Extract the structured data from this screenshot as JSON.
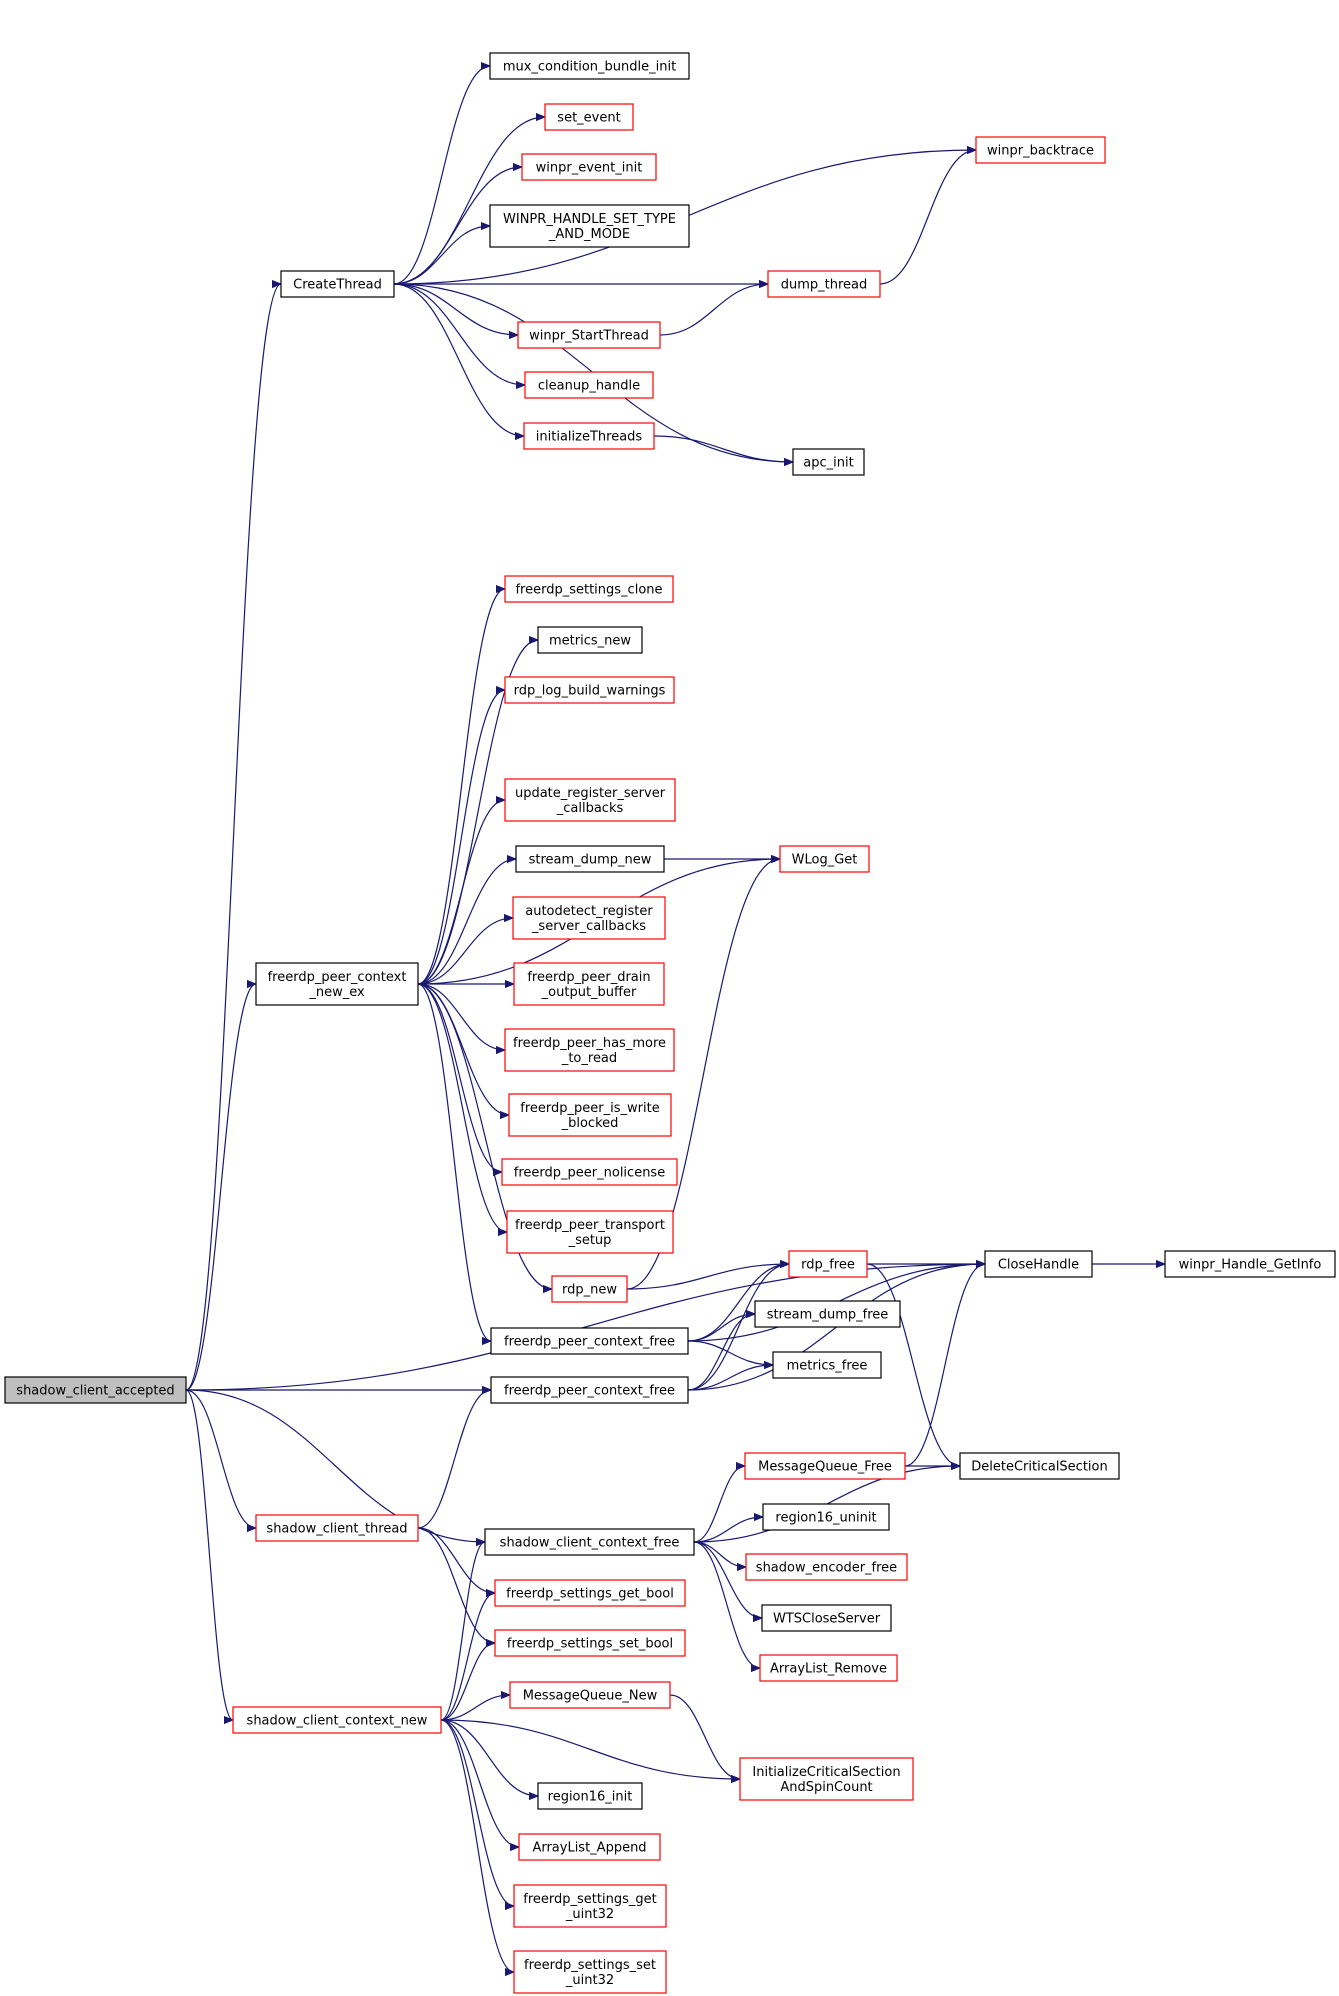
{
  "graph": {
    "root": "shadow_client_accepted",
    "nodes": [
      {
        "id": "shadow_client_accepted",
        "lines": [
          "shadow_client_accepted"
        ],
        "border": "black",
        "root": true
      },
      {
        "id": "CreateThread",
        "lines": [
          "CreateThread"
        ],
        "border": "black"
      },
      {
        "id": "mux_condition_bundle_init",
        "lines": [
          "mux_condition_bundle_init"
        ],
        "border": "black"
      },
      {
        "id": "set_event",
        "lines": [
          "set_event"
        ],
        "border": "red"
      },
      {
        "id": "winpr_event_init",
        "lines": [
          "winpr_event_init"
        ],
        "border": "red"
      },
      {
        "id": "WINPR_HANDLE_SET_TYPE_AND_MODE",
        "lines": [
          "WINPR_HANDLE_SET_TYPE",
          "_AND_MODE"
        ],
        "border": "black"
      },
      {
        "id": "winpr_StartThread",
        "lines": [
          "winpr_StartThread"
        ],
        "border": "red"
      },
      {
        "id": "cleanup_handle",
        "lines": [
          "cleanup_handle"
        ],
        "border": "red"
      },
      {
        "id": "initializeThreads",
        "lines": [
          "initializeThreads"
        ],
        "border": "red"
      },
      {
        "id": "winpr_backtrace",
        "lines": [
          "winpr_backtrace"
        ],
        "border": "red"
      },
      {
        "id": "dump_thread",
        "lines": [
          "dump_thread"
        ],
        "border": "red"
      },
      {
        "id": "apc_init",
        "lines": [
          "apc_init"
        ],
        "border": "black"
      },
      {
        "id": "freerdp_peer_context_new_ex",
        "lines": [
          "freerdp_peer_context",
          "_new_ex"
        ],
        "border": "black"
      },
      {
        "id": "freerdp_settings_clone",
        "lines": [
          "freerdp_settings_clone"
        ],
        "border": "red"
      },
      {
        "id": "metrics_new",
        "lines": [
          "metrics_new"
        ],
        "border": "black"
      },
      {
        "id": "rdp_log_build_warnings",
        "lines": [
          "rdp_log_build_warnings"
        ],
        "border": "red"
      },
      {
        "id": "update_register_server_callbacks",
        "lines": [
          "update_register_server",
          "_callbacks"
        ],
        "border": "red"
      },
      {
        "id": "stream_dump_new",
        "lines": [
          "stream_dump_new"
        ],
        "border": "black"
      },
      {
        "id": "autodetect_register_server_callbacks",
        "lines": [
          "autodetect_register",
          "_server_callbacks"
        ],
        "border": "red"
      },
      {
        "id": "freerdp_peer_drain_output_buffer",
        "lines": [
          "freerdp_peer_drain",
          "_output_buffer"
        ],
        "border": "red"
      },
      {
        "id": "freerdp_peer_has_more_to_read",
        "lines": [
          "freerdp_peer_has_more",
          "_to_read"
        ],
        "border": "red"
      },
      {
        "id": "freerdp_peer_is_write_blocked",
        "lines": [
          "freerdp_peer_is_write",
          "_blocked"
        ],
        "border": "red"
      },
      {
        "id": "freerdp_peer_nolicense",
        "lines": [
          "freerdp_peer_nolicense"
        ],
        "border": "red"
      },
      {
        "id": "freerdp_peer_transport_setup",
        "lines": [
          "freerdp_peer_transport",
          "_setup"
        ],
        "border": "red"
      },
      {
        "id": "rdp_new",
        "lines": [
          "rdp_new"
        ],
        "border": "red"
      },
      {
        "id": "freerdp_peer_context_free_1",
        "lines": [
          "freerdp_peer_context_free"
        ],
        "border": "black"
      },
      {
        "id": "freerdp_peer_context_free_2",
        "lines": [
          "freerdp_peer_context_free"
        ],
        "border": "black"
      },
      {
        "id": "WLog_Get",
        "lines": [
          "WLog_Get"
        ],
        "border": "red"
      },
      {
        "id": "rdp_free",
        "lines": [
          "rdp_free"
        ],
        "border": "red"
      },
      {
        "id": "stream_dump_free",
        "lines": [
          "stream_dump_free"
        ],
        "border": "black"
      },
      {
        "id": "metrics_free",
        "lines": [
          "metrics_free"
        ],
        "border": "black"
      },
      {
        "id": "CloseHandle",
        "lines": [
          "CloseHandle"
        ],
        "border": "black"
      },
      {
        "id": "winpr_Handle_GetInfo",
        "lines": [
          "winpr_Handle_GetInfo"
        ],
        "border": "black"
      },
      {
        "id": "shadow_client_thread",
        "lines": [
          "shadow_client_thread"
        ],
        "border": "red"
      },
      {
        "id": "shadow_client_context_free",
        "lines": [
          "shadow_client_context_free"
        ],
        "border": "black"
      },
      {
        "id": "MessageQueue_Free",
        "lines": [
          "MessageQueue_Free"
        ],
        "border": "red"
      },
      {
        "id": "DeleteCriticalSection",
        "lines": [
          "DeleteCriticalSection"
        ],
        "border": "black"
      },
      {
        "id": "region16_uninit",
        "lines": [
          "region16_uninit"
        ],
        "border": "black"
      },
      {
        "id": "shadow_encoder_free",
        "lines": [
          "shadow_encoder_free"
        ],
        "border": "red"
      },
      {
        "id": "WTSCloseServer",
        "lines": [
          "WTSCloseServer"
        ],
        "border": "black"
      },
      {
        "id": "ArrayList_Remove",
        "lines": [
          "ArrayList_Remove"
        ],
        "border": "red"
      },
      {
        "id": "freerdp_settings_get_bool",
        "lines": [
          "freerdp_settings_get_bool"
        ],
        "border": "red"
      },
      {
        "id": "freerdp_settings_set_bool",
        "lines": [
          "freerdp_settings_set_bool"
        ],
        "border": "red"
      },
      {
        "id": "shadow_client_context_new",
        "lines": [
          "shadow_client_context_new"
        ],
        "border": "red"
      },
      {
        "id": "MessageQueue_New",
        "lines": [
          "MessageQueue_New"
        ],
        "border": "red"
      },
      {
        "id": "InitializeCriticalSectionAndSpinCount",
        "lines": [
          "InitializeCriticalSection",
          "AndSpinCount"
        ],
        "border": "red"
      },
      {
        "id": "region16_init",
        "lines": [
          "region16_init"
        ],
        "border": "black"
      },
      {
        "id": "ArrayList_Append",
        "lines": [
          "ArrayList_Append"
        ],
        "border": "red"
      },
      {
        "id": "freerdp_settings_get_uint32",
        "lines": [
          "freerdp_settings_get",
          "_uint32"
        ],
        "border": "red"
      },
      {
        "id": "freerdp_settings_set_uint32",
        "lines": [
          "freerdp_settings_set",
          "_uint32"
        ],
        "border": "red"
      }
    ],
    "edges": [
      [
        "shadow_client_accepted",
        "CreateThread"
      ],
      [
        "shadow_client_accepted",
        "CloseHandle"
      ],
      [
        "shadow_client_accepted",
        "freerdp_peer_context_new_ex"
      ],
      [
        "shadow_client_accepted",
        "freerdp_peer_context_free_2"
      ],
      [
        "shadow_client_accepted",
        "shadow_client_thread"
      ],
      [
        "shadow_client_accepted",
        "shadow_client_context_free"
      ],
      [
        "shadow_client_accepted",
        "shadow_client_context_new"
      ],
      [
        "CreateThread",
        "mux_condition_bundle_init"
      ],
      [
        "CreateThread",
        "set_event"
      ],
      [
        "CreateThread",
        "winpr_event_init"
      ],
      [
        "CreateThread",
        "WINPR_HANDLE_SET_TYPE_AND_MODE"
      ],
      [
        "CreateThread",
        "dump_thread"
      ],
      [
        "CreateThread",
        "winpr_StartThread"
      ],
      [
        "CreateThread",
        "cleanup_handle"
      ],
      [
        "CreateThread",
        "initializeThreads"
      ],
      [
        "CreateThread",
        "apc_init"
      ],
      [
        "CreateThread",
        "winpr_backtrace"
      ],
      [
        "winpr_StartThread",
        "dump_thread"
      ],
      [
        "dump_thread",
        "winpr_backtrace"
      ],
      [
        "initializeThreads",
        "apc_init"
      ],
      [
        "freerdp_peer_context_new_ex",
        "freerdp_settings_clone"
      ],
      [
        "freerdp_peer_context_new_ex",
        "metrics_new"
      ],
      [
        "freerdp_peer_context_new_ex",
        "rdp_log_build_warnings"
      ],
      [
        "freerdp_peer_context_new_ex",
        "WLog_Get"
      ],
      [
        "freerdp_peer_context_new_ex",
        "update_register_server_callbacks"
      ],
      [
        "freerdp_peer_context_new_ex",
        "stream_dump_new"
      ],
      [
        "freerdp_peer_context_new_ex",
        "autodetect_register_server_callbacks"
      ],
      [
        "freerdp_peer_context_new_ex",
        "freerdp_peer_drain_output_buffer"
      ],
      [
        "freerdp_peer_context_new_ex",
        "freerdp_peer_has_more_to_read"
      ],
      [
        "freerdp_peer_context_new_ex",
        "freerdp_peer_is_write_blocked"
      ],
      [
        "freerdp_peer_context_new_ex",
        "freerdp_peer_nolicense"
      ],
      [
        "freerdp_peer_context_new_ex",
        "freerdp_peer_transport_setup"
      ],
      [
        "freerdp_peer_context_new_ex",
        "rdp_new"
      ],
      [
        "freerdp_peer_context_new_ex",
        "freerdp_peer_context_free_1"
      ],
      [
        "stream_dump_new",
        "WLog_Get"
      ],
      [
        "rdp_new",
        "WLog_Get"
      ],
      [
        "rdp_new",
        "rdp_free"
      ],
      [
        "freerdp_peer_context_free_1",
        "rdp_free"
      ],
      [
        "freerdp_peer_context_free_1",
        "CloseHandle"
      ],
      [
        "freerdp_peer_context_free_1",
        "stream_dump_free"
      ],
      [
        "freerdp_peer_context_free_1",
        "metrics_free"
      ],
      [
        "freerdp_peer_context_free_2",
        "rdp_free"
      ],
      [
        "freerdp_peer_context_free_2",
        "stream_dump_free"
      ],
      [
        "freerdp_peer_context_free_2",
        "metrics_free"
      ],
      [
        "freerdp_peer_context_free_2",
        "CloseHandle"
      ],
      [
        "rdp_free",
        "CloseHandle"
      ],
      [
        "rdp_free",
        "DeleteCriticalSection"
      ],
      [
        "CloseHandle",
        "winpr_Handle_GetInfo"
      ],
      [
        "shadow_client_thread",
        "freerdp_peer_context_free_2"
      ],
      [
        "shadow_client_thread",
        "freerdp_settings_get_bool"
      ],
      [
        "shadow_client_thread",
        "freerdp_settings_set_bool"
      ],
      [
        "shadow_client_context_free",
        "MessageQueue_Free"
      ],
      [
        "shadow_client_context_free",
        "region16_uninit"
      ],
      [
        "shadow_client_context_free",
        "shadow_encoder_free"
      ],
      [
        "shadow_client_context_free",
        "WTSCloseServer"
      ],
      [
        "shadow_client_context_free",
        "ArrayList_Remove"
      ],
      [
        "shadow_client_context_free",
        "DeleteCriticalSection"
      ],
      [
        "MessageQueue_Free",
        "CloseHandle"
      ],
      [
        "MessageQueue_Free",
        "DeleteCriticalSection"
      ],
      [
        "shadow_client_context_new",
        "freerdp_settings_get_bool"
      ],
      [
        "shadow_client_context_new",
        "freerdp_settings_set_bool"
      ],
      [
        "shadow_client_context_new",
        "shadow_client_context_free"
      ],
      [
        "shadow_client_context_new",
        "MessageQueue_New"
      ],
      [
        "shadow_client_context_new",
        "InitializeCriticalSectionAndSpinCount"
      ],
      [
        "shadow_client_context_new",
        "region16_init"
      ],
      [
        "shadow_client_context_new",
        "ArrayList_Append"
      ],
      [
        "shadow_client_context_new",
        "freerdp_settings_get_uint32"
      ],
      [
        "shadow_client_context_new",
        "freerdp_settings_set_uint32"
      ],
      [
        "MessageQueue_New",
        "InitializeCriticalSectionAndSpinCount"
      ]
    ]
  }
}
